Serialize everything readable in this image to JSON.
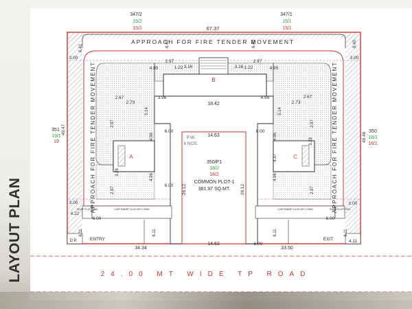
{
  "side_title": "LAYOUT PLAN",
  "top_labels": {
    "left_survey": "347/2",
    "left_sub_green": "15/2",
    "left_sub_red": "15/2",
    "right_survey": "347/1",
    "right_sub_green": "15/1",
    "right_sub_red": "15/1",
    "top_width": "67.37"
  },
  "approach_top": "APPROACH FOR FIRE TENDER MOVEMENT",
  "approach_left": "APPROACH FOR FIRE TENDER MOVEMENT",
  "approach_right": "APPROACH FOR FIRE TENDER MOVEMENT",
  "left_labels": {
    "survey": "351",
    "green": "19/1",
    "red": "19",
    "depth": "49.47"
  },
  "right_labels": {
    "survey": "350",
    "green": "18/1",
    "red": "18/1",
    "depth": "49.46"
  },
  "buildings": {
    "a": "A",
    "b": "B",
    "c": "C"
  },
  "common_plot": {
    "survey": "350/P1",
    "green": "18/2",
    "red": "18/2",
    "name": "COMMON PLOT-1",
    "area": "381.97 SQ.MT."
  },
  "pw": {
    "line1": "P.W.",
    "line2": "8 NOS."
  },
  "dims": {
    "d641a": "6.41",
    "d300a": "3.00",
    "d300b": "3.00",
    "d300c": "3.00",
    "d300d": "3.00",
    "d640a": "6.40",
    "d640b": "6.40",
    "d640c": "6.40",
    "d297a": "2.97",
    "d297b": "2.97",
    "d297c": "2.97",
    "d297d": "2.97",
    "d297e": "2.97",
    "d297f": "2.97",
    "d495a": "4.95",
    "d495b": "4.95",
    "d316a": "3.16",
    "d316b": "3.16",
    "d122a": "1.22",
    "d122b": "1.22",
    "d396": "3.96",
    "d469": "4.69",
    "d1842": "18.42",
    "d1463a": "14.63",
    "d1463b": "14.63",
    "d600a": "6.00",
    "d600b": "6.00",
    "d600c": "6.00",
    "d600d": "6.00",
    "d600e": "6.00",
    "d600f": "6.00",
    "d2612a": "26.12",
    "d2612b": "26.12",
    "d611a": "6.11",
    "d611b": "6.11",
    "d611c": "6.11",
    "d611d": "6.11",
    "d3434": "34.34",
    "d3350": "33.50",
    "d422": "4.22",
    "d411": "4.11",
    "d514a": "5.14",
    "d514b": "5.14",
    "d496a": "4.96",
    "d496b": "4.96",
    "d496c": "4.96",
    "d496d": "4.96",
    "d328a": "3.28",
    "d328b": "3.28",
    "d437": "4.37",
    "d273a": "2.73",
    "d273b": "2.73",
    "d267a": "2.67",
    "d267b": "2.67"
  },
  "small_text": {
    "entry": "ENTRY",
    "exit": "EXIT",
    "dp": "D.P.",
    "ramp_platform_l": "RAMP PLATFORM",
    "ramp_platform_r": "RAMP PLATFORM",
    "car_ramp_l": "CAR RAMP 24.00 MT LONG",
    "car_ramp_r": "CAR RAMP 24.00 MT LONG"
  },
  "road": "24.00 MT WIDE TP ROAD",
  "colors": {
    "red": "#d0312d",
    "green": "#2e9d3a",
    "line": "#2b2b2b",
    "hatch": "#9a9a9a",
    "magenta": "#c04fc0"
  }
}
